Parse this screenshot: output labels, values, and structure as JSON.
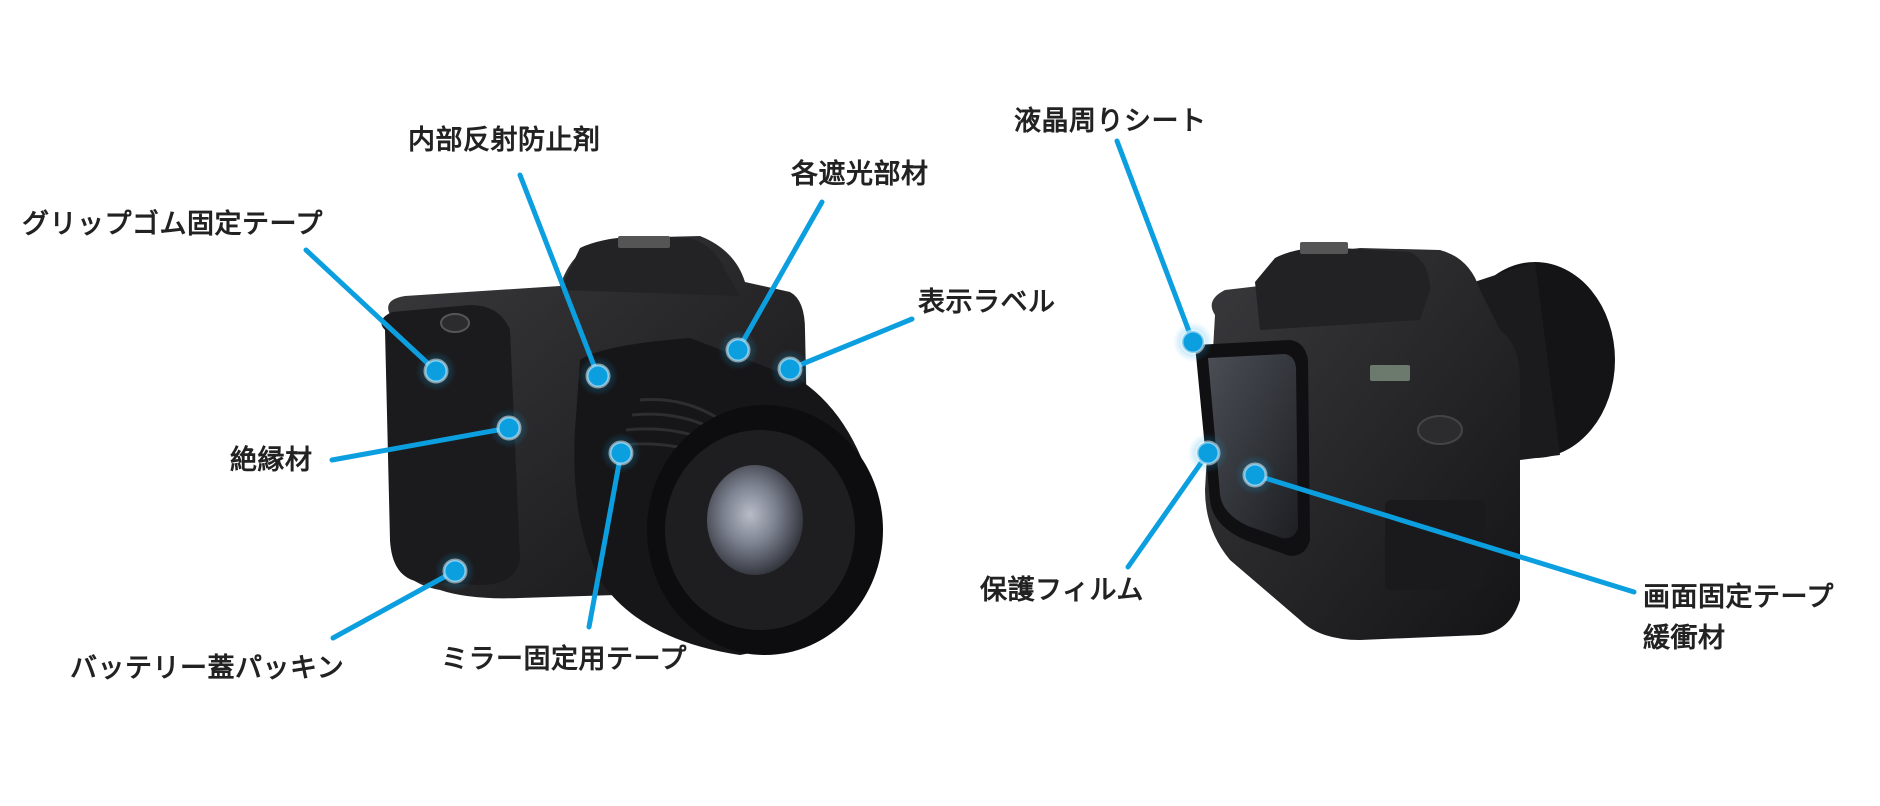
{
  "accent_color": "#0c9fe0",
  "labels": {
    "naibu_hansha": "内部反射防止剤",
    "kaku_shakou": "各遮光部材",
    "grip_gomu": "グリップゴム固定テープ",
    "hyouji_label": "表示ラベル",
    "zetsuen": "絶縁材",
    "battery_packing": "バッテリー蓋パッキン",
    "mirror_tape": "ミラー固定用テープ",
    "ekishou_sheet": "液晶周りシート",
    "hogo_film": "保護フィルム",
    "gamen_tape_line1": "画面固定テープ",
    "gamen_tape_line2": "緩衝材"
  }
}
